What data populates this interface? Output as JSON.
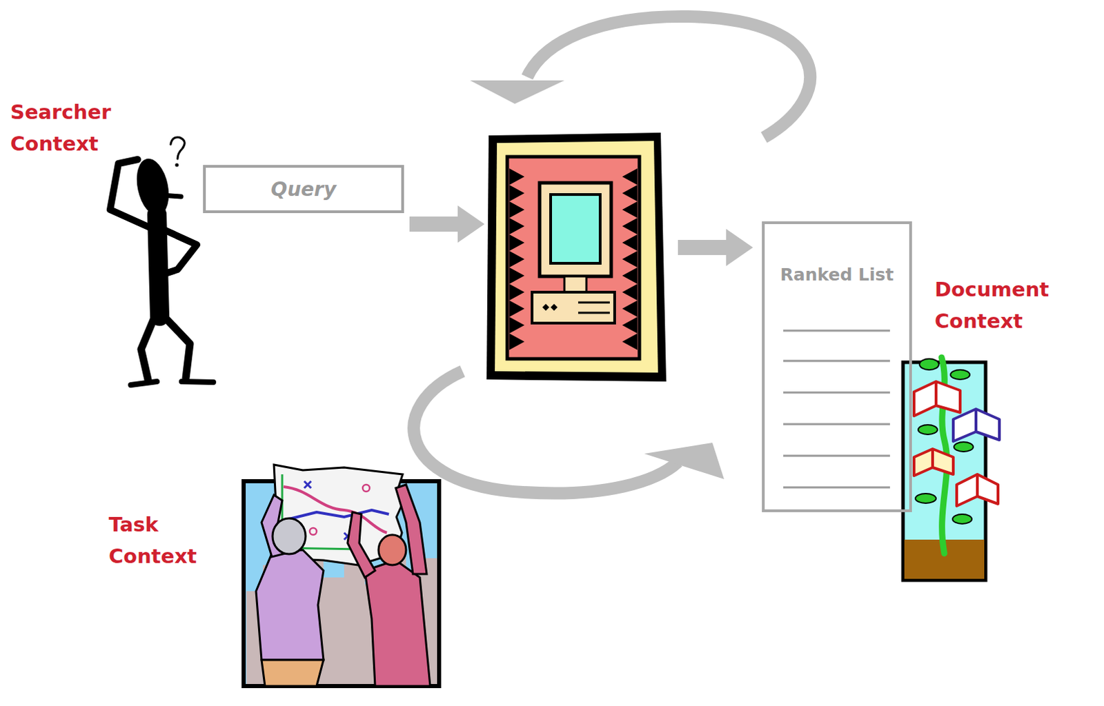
{
  "diagram": {
    "nodes": [
      {
        "text": [
          "Query"
        ]
      },
      {
        "text": [
          "Ranked List"
        ]
      }
    ],
    "labels": [
      "Searcher Context",
      "Task Context",
      "Document Context"
    ]
  }
}
